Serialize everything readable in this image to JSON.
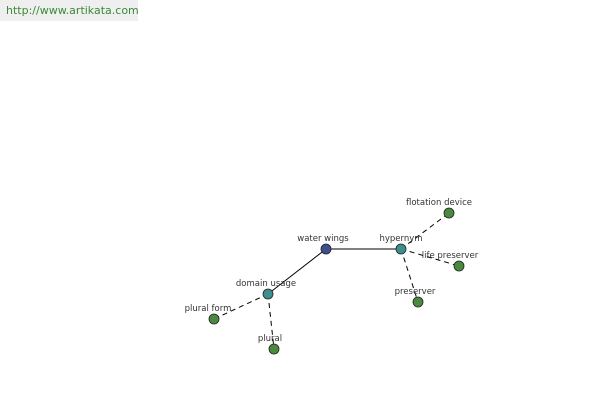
{
  "header": {
    "url": "http://www.artikata.com"
  },
  "colors": {
    "center": "#3f4e8c",
    "relation": "#3d8f8f",
    "leaf": "#4a8a3e"
  },
  "graph": {
    "nodes": [
      {
        "id": "water-wings",
        "label": "water wings",
        "kind": "center"
      },
      {
        "id": "hypernym",
        "label": "hypernym",
        "kind": "relation"
      },
      {
        "id": "domain-usage",
        "label": "domain usage",
        "kind": "relation"
      },
      {
        "id": "flotation-device",
        "label": "flotation device",
        "kind": "leaf"
      },
      {
        "id": "life-preserver",
        "label": "life preserver",
        "kind": "leaf"
      },
      {
        "id": "preserver",
        "label": "preserver",
        "kind": "leaf"
      },
      {
        "id": "plural-form",
        "label": "plural form",
        "kind": "leaf"
      },
      {
        "id": "plural",
        "label": "plural",
        "kind": "leaf"
      }
    ],
    "edges": [
      {
        "from": "water-wings",
        "to": "hypernym",
        "style": "solid"
      },
      {
        "from": "water-wings",
        "to": "domain-usage",
        "style": "solid"
      },
      {
        "from": "hypernym",
        "to": "flotation-device",
        "style": "dashed"
      },
      {
        "from": "hypernym",
        "to": "life-preserver",
        "style": "dashed"
      },
      {
        "from": "hypernym",
        "to": "preserver",
        "style": "dashed"
      },
      {
        "from": "domain-usage",
        "to": "plural-form",
        "style": "dashed"
      },
      {
        "from": "domain-usage",
        "to": "plural",
        "style": "dashed"
      }
    ]
  }
}
